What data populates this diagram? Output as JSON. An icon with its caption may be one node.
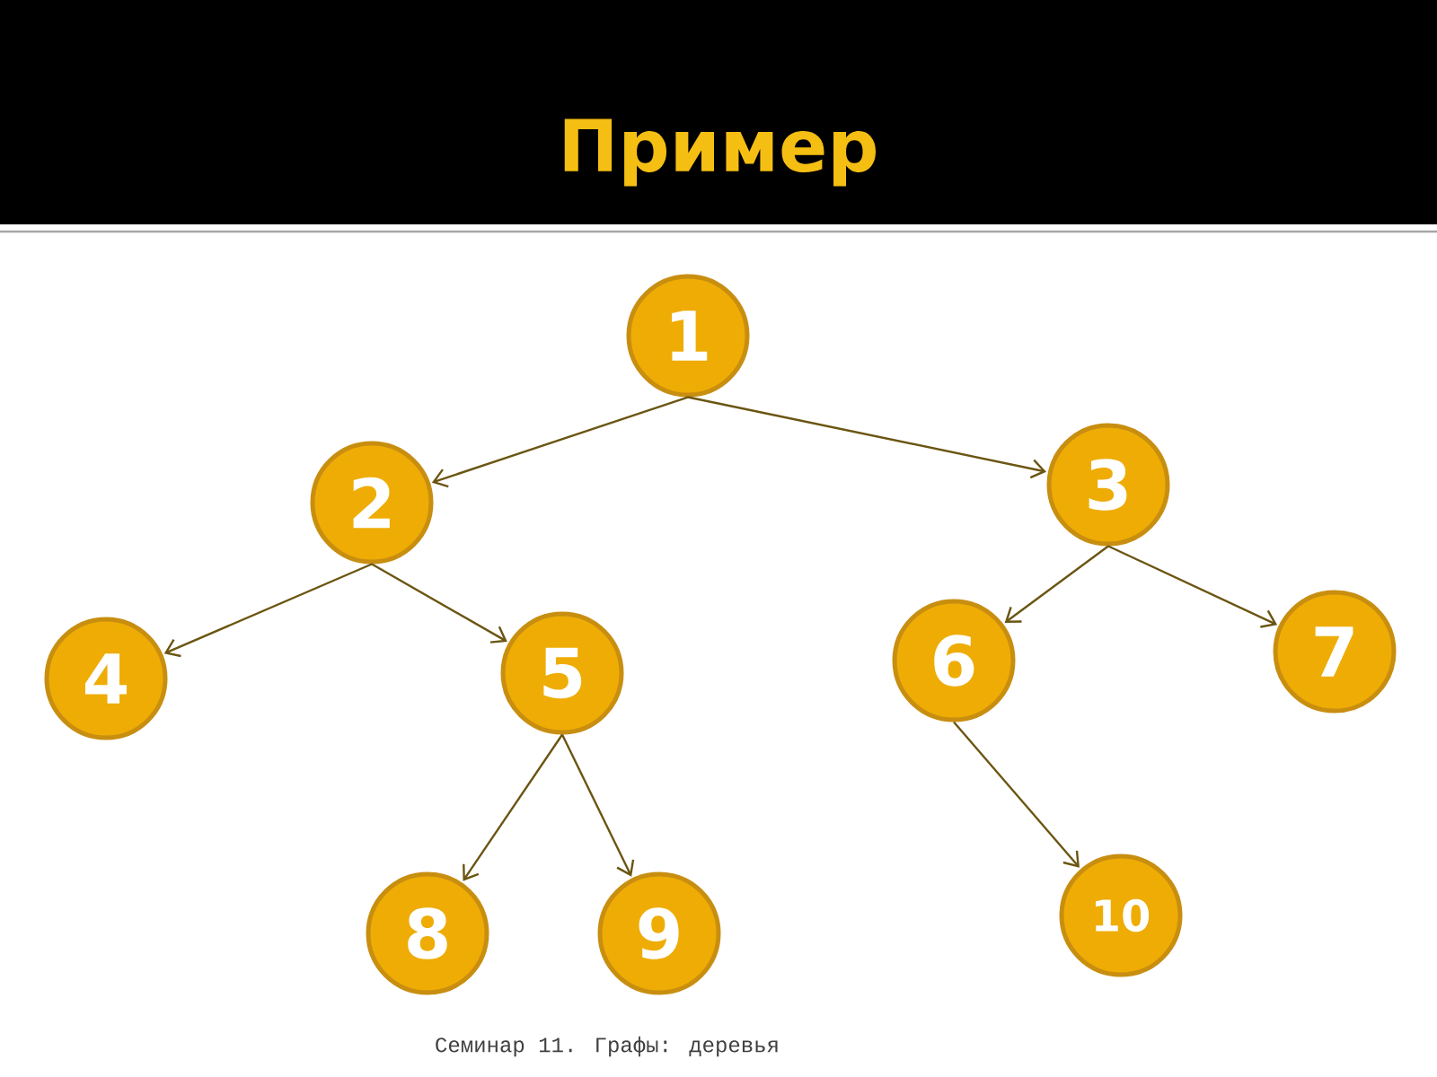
{
  "diagram": {
    "title": "Пример",
    "nodes": [
      {
        "text": [
          "1"
        ]
      },
      {
        "text": [
          "2"
        ]
      },
      {
        "text": [
          "3"
        ]
      },
      {
        "text": [
          "4"
        ]
      },
      {
        "text": [
          "5"
        ]
      },
      {
        "text": [
          "6"
        ]
      },
      {
        "text": [
          "7"
        ]
      },
      {
        "text": [
          "8"
        ]
      },
      {
        "text": [
          "9"
        ]
      },
      {
        "text": [
          "10"
        ]
      }
    ],
    "edges": [
      {
        "from": 0,
        "to": 1,
        "arrow": "to"
      },
      {
        "from": 0,
        "to": 2,
        "arrow": "to"
      },
      {
        "from": 1,
        "to": 3,
        "arrow": "to"
      },
      {
        "from": 1,
        "to": 4,
        "arrow": "to"
      },
      {
        "from": 2,
        "to": 5,
        "arrow": "to"
      },
      {
        "from": 2,
        "to": 6,
        "arrow": "to"
      },
      {
        "from": 4,
        "to": 7,
        "arrow": "to"
      },
      {
        "from": 4,
        "to": 8,
        "arrow": "to"
      },
      {
        "from": 5,
        "to": 9,
        "arrow": "to"
      }
    ],
    "caption": "Семинар 11. Графы: деревья"
  }
}
